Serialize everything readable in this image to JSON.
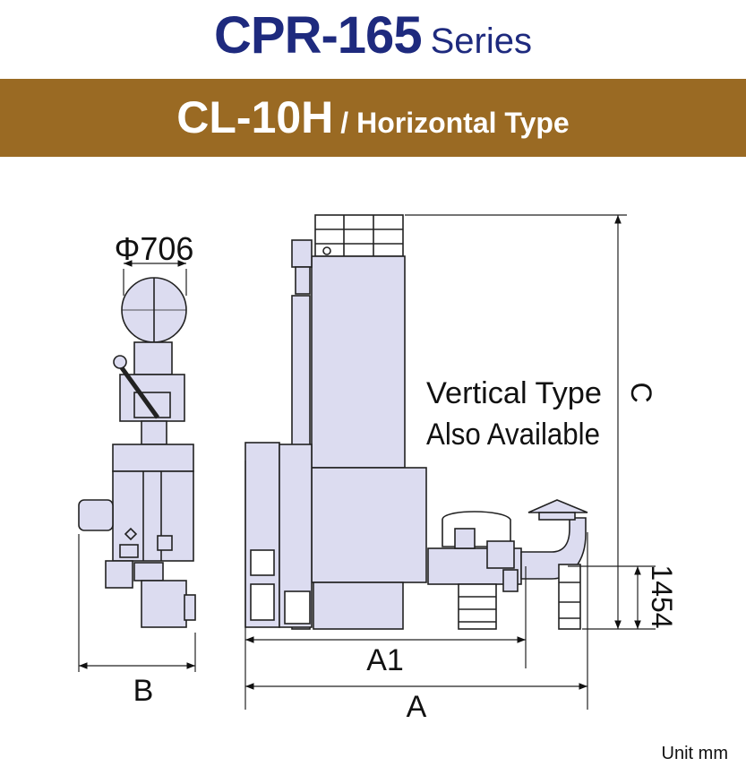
{
  "header": {
    "series_model": "CPR-165",
    "series_word": "Series",
    "product_model": "CL-10H",
    "product_type": "/ Horizontal Type"
  },
  "diagram": {
    "diameter_label": "Φ706",
    "dim_b": "B",
    "dim_a1": "A1",
    "dim_a": "A",
    "dim_c": "C",
    "dim_1454": "1454",
    "note_line1": "Vertical Type",
    "note_line2": "Also Available"
  },
  "footer": {
    "unit": "Unit mm"
  },
  "colors": {
    "title_blue": "#1e2a7e",
    "band_brown": "#9a6a23",
    "machine_fill": "#dcdcf0"
  }
}
